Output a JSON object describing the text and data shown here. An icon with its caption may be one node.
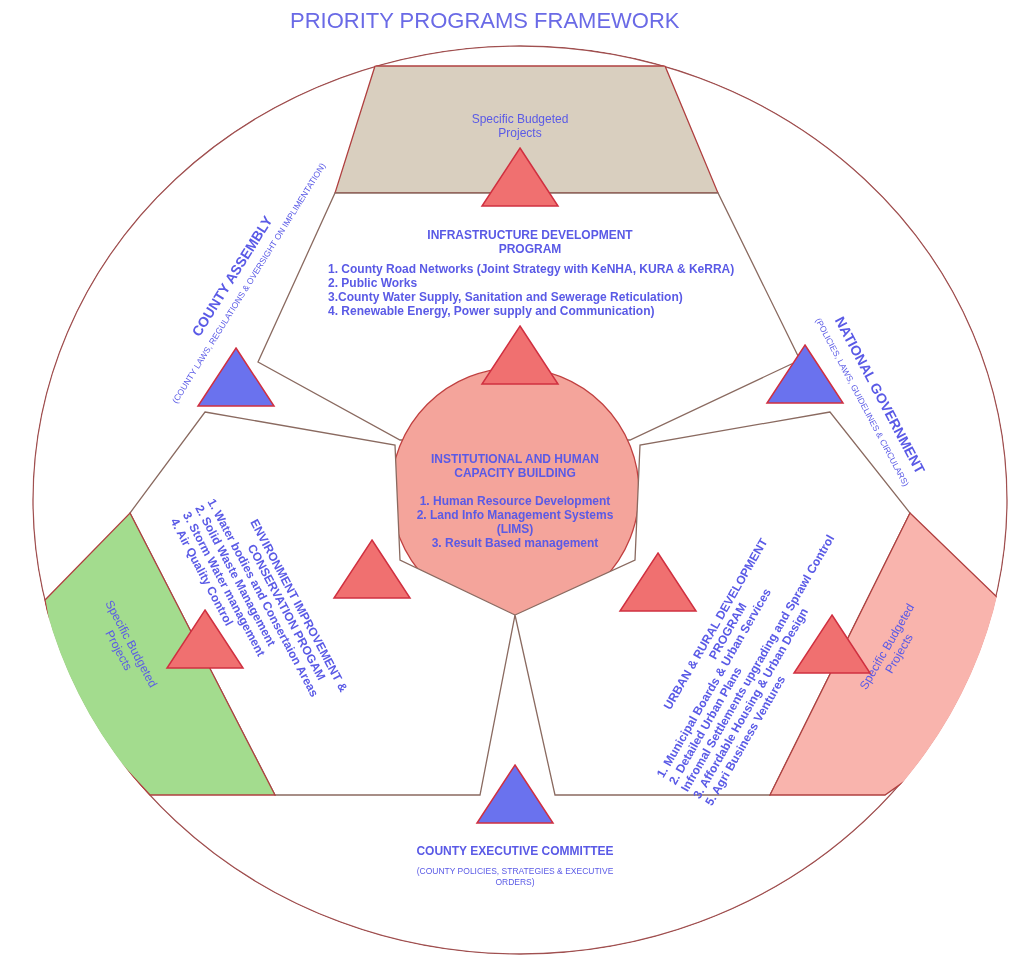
{
  "diagram": {
    "title": "PRIORITY PROGRAMS FRAMEWORK",
    "nodes": [
      {
        "text": [],
        "shape": "circle"
      },
      {
        "text": [
          "Specific Budgeted Projects"
        ],
        "in": 0
      },
      {
        "text": [
          "INFRASTRUCTURE DEVELOPMENT PROGRAM",
          "1. County Road Networks (Joint Strategy with KeNHA, KURA & KeRRA)",
          "2. Public Works",
          "3.County Water Supply, Sanitation and Sewerage Reticulation)",
          "4. Renewable Energy, Power supply and Communication)"
        ],
        "in": 0
      },
      {
        "text": [
          "INSTITUTIONAL AND HUMAN CAPACITY BUILDING",
          "1. Human Resource Development",
          "2. Land Info Management Systems (LIMS)",
          "3. Result Based management"
        ],
        "in": 0
      },
      {
        "text": [
          "ENVIRONMENT IMPROVEMENT & CONSERVATION PROGAM",
          "1. Water bodies and Consertaion Areas",
          "2. Solid Waste Management",
          "3. Storm Water management",
          "4. Air Quality Control"
        ],
        "in": 0
      },
      {
        "text": [
          "Specific Budgeted Projects"
        ],
        "in": 0
      },
      {
        "text": [
          "URBAN & RURAL DEVELOPMENT PROGRAM",
          "1. Municipal Boards & Urban Services",
          "2. Detailed Urban Plans",
          "Infromal Settlements upgrading  and Sprawl Control",
          "3. Affordable Housing & Urban Design",
          "5. Agri Business Ventures"
        ],
        "in": 0
      },
      {
        "text": [
          "Specific Budgeted Projects"
        ],
        "in": 0
      }
    ],
    "labels": [
      "COUNTY ASSEMBLY",
      "(COUNTY LAWS, REGULATIONS & OVERSIGHT ON IMPLIMENTATION)",
      "NATIONAL GOVERNMENT",
      "(POLICIES, LAWS, GUIDELINES & CIRCULARS)",
      "COUNTY EXECUTIVE COMMITTEE",
      "(COUNTY POLICIES, STRATEGIES & EXECUTIVE ORDERS)"
    ]
  }
}
